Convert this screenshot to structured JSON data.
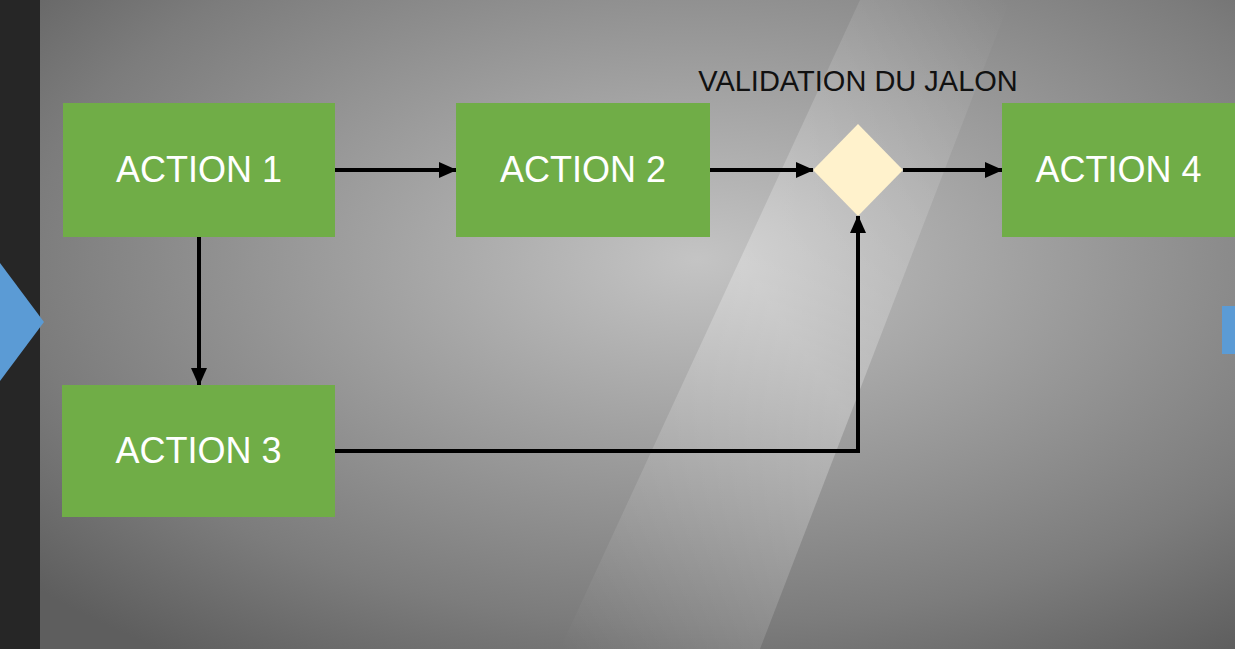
{
  "diagram": {
    "nodes": [
      {
        "text": [
          "ACTION 1"
        ]
      },
      {
        "text": [
          "ACTION 2"
        ]
      },
      {
        "text": [
          "VALIDATION DU JALON"
        ]
      },
      {
        "text": [
          "ACTION 4"
        ]
      },
      {
        "text": [
          "ACTION 3"
        ]
      }
    ],
    "edges": [
      {
        "from": 0,
        "to": 1,
        "arrow": "to"
      },
      {
        "from": 0,
        "to": 4,
        "arrow": "to"
      },
      {
        "from": 1,
        "to": 2,
        "arrow": "to"
      },
      {
        "from": 4,
        "to": 2,
        "arrow": "to"
      },
      {
        "from": 2,
        "to": 3,
        "arrow": "to"
      }
    ]
  }
}
